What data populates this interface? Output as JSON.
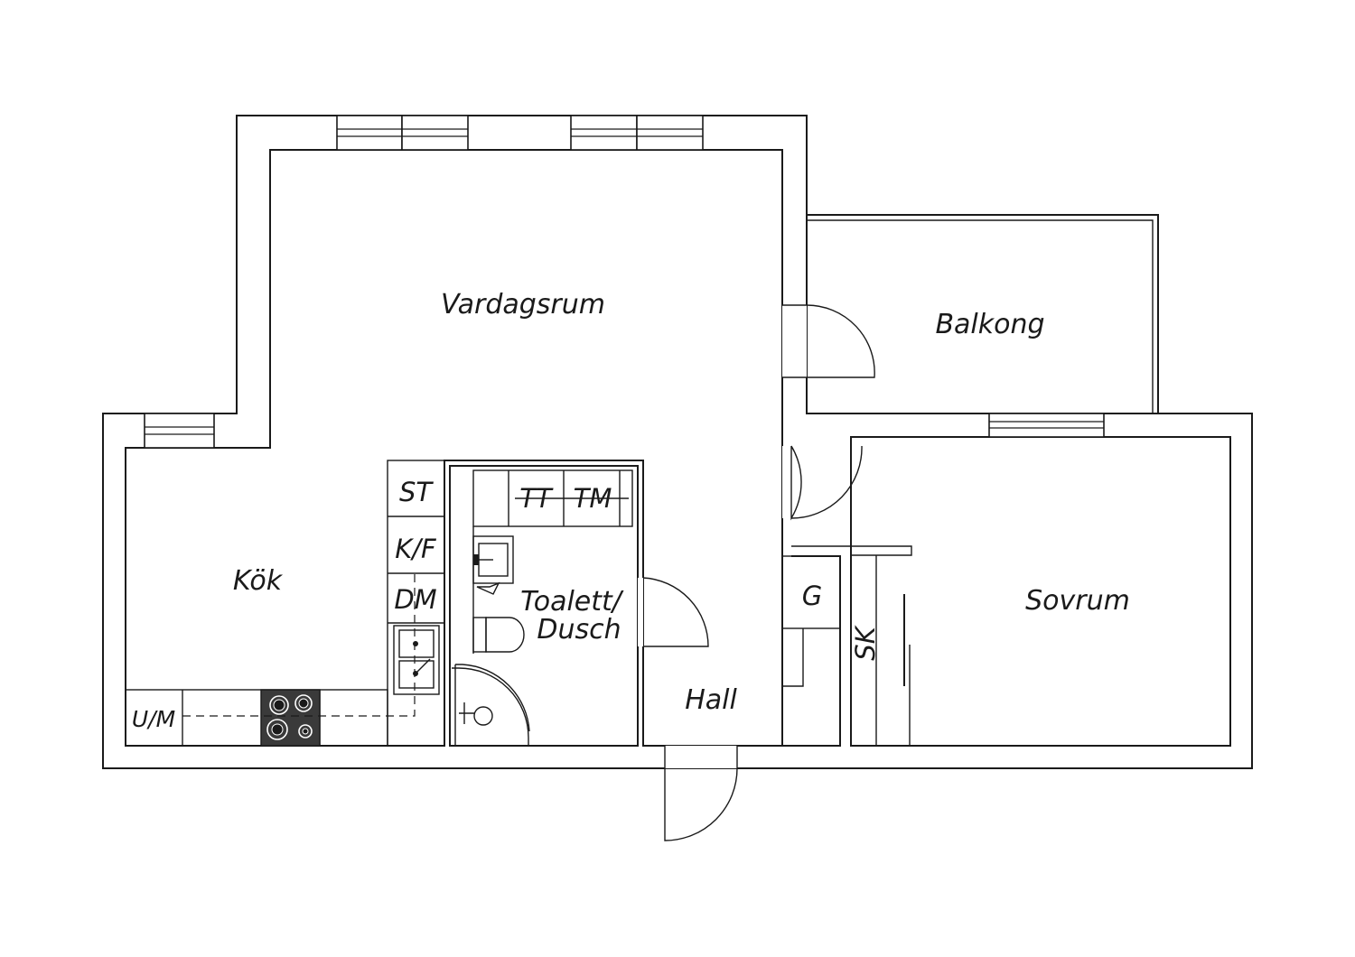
{
  "rooms": {
    "vardagsrum": "Vardagsrum",
    "balkong": "Balkong",
    "kok": "Kök",
    "toalett_line1": "Toalett/",
    "toalett_line2": "Dusch",
    "hall": "Hall",
    "sovrum": "Sovrum"
  },
  "fixtures": {
    "st": "ST",
    "kf": "K/F",
    "dm": "DM",
    "um": "U/M",
    "tt": "TT",
    "tm": "TM",
    "g": "G",
    "sk": "SK"
  },
  "colors": {
    "line": "#1a1a1a",
    "background": "#ffffff",
    "stove": "#3a3a3a"
  }
}
